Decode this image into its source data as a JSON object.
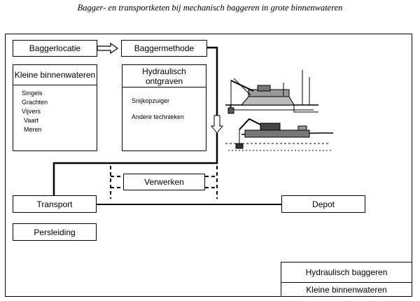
{
  "caption": "Bagger- en transportketen bij mechanisch baggeren in grote binnenwateren",
  "boxes": {
    "baggerlocatie": "Baggerlocatie",
    "baggermethode": "Baggermethode",
    "kleine_binnenwateren": "Kleine binnenwateren",
    "hydraulisch_ontgraven": "Hydraulisch ontgraven",
    "verwerken": "Verwerken",
    "transport": "Transport",
    "depot": "Depot",
    "persleiding": "Persleiding",
    "legend_top": "Hydraulisch baggeren",
    "legend_bottom": "Kleine binnenwateren"
  },
  "locations": [
    "Singels",
    "Grachten",
    "Vijvers",
    "Vaart",
    "Meren"
  ],
  "techniques": [
    "Snijkopzuiger",
    "Andere technieken"
  ]
}
